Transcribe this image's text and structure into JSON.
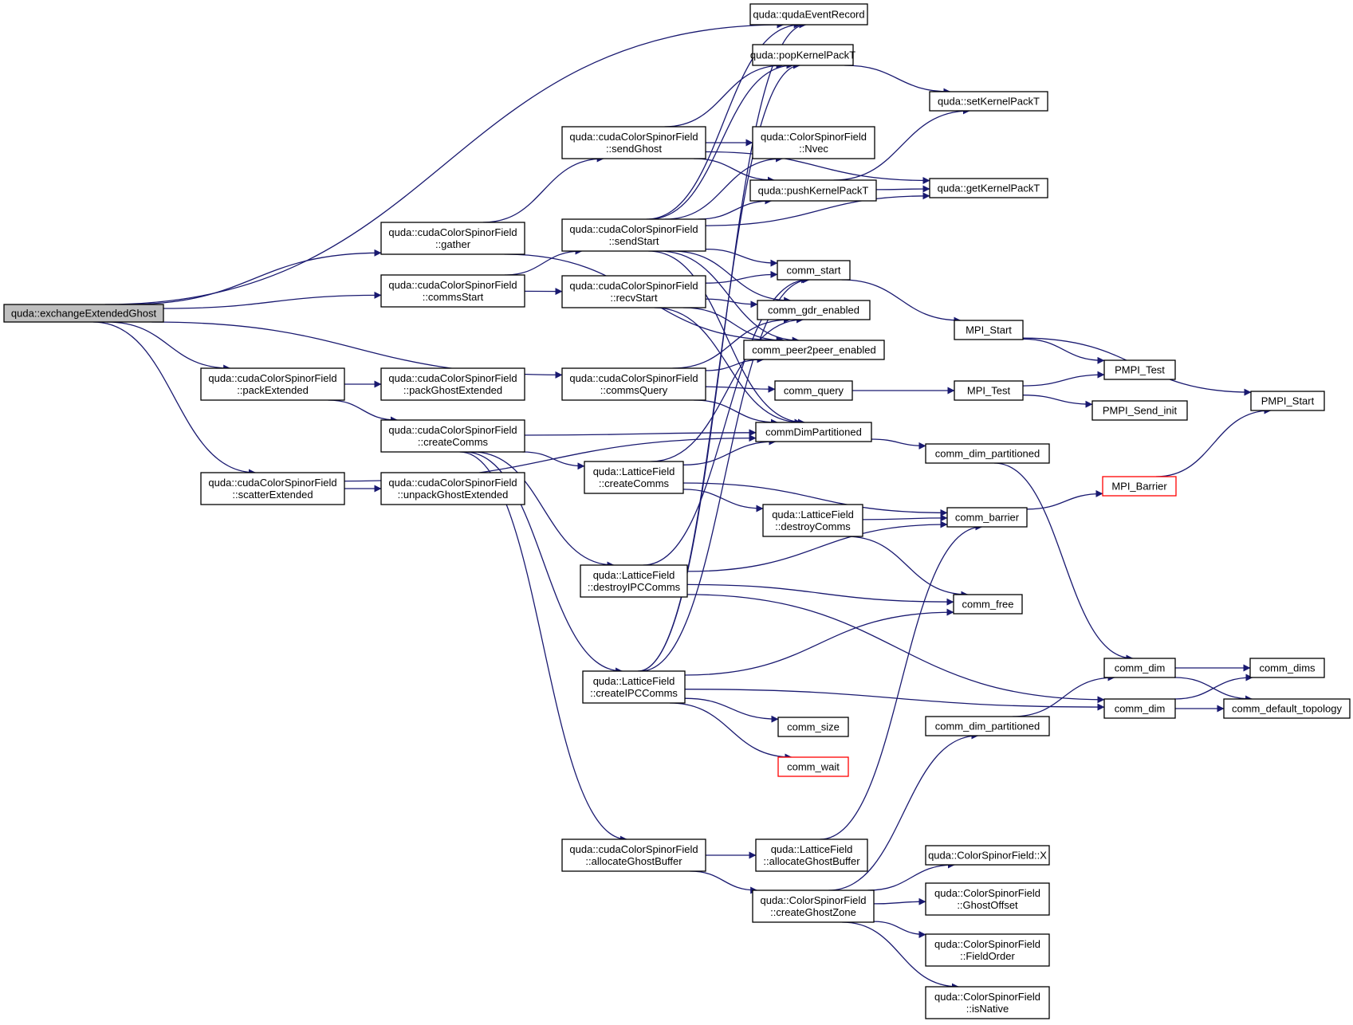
{
  "graph": {
    "root": "n0",
    "nodes": [
      {
        "id": "n0",
        "lines": [
          "quda::exchangeExtendedGhost"
        ],
        "style": "root"
      },
      {
        "id": "n1",
        "lines": [
          "quda::cudaColorSpinorField",
          "::gather"
        ]
      },
      {
        "id": "n2",
        "lines": [
          "quda::cudaColorSpinorField",
          "::commsStart"
        ]
      },
      {
        "id": "n3",
        "lines": [
          "quda::cudaColorSpinorField",
          "::packExtended"
        ]
      },
      {
        "id": "n4",
        "lines": [
          "quda::cudaColorSpinorField",
          "::scatterExtended"
        ]
      },
      {
        "id": "n5",
        "lines": [
          "quda::cudaColorSpinorField",
          "::packGhostExtended"
        ]
      },
      {
        "id": "n6",
        "lines": [
          "quda::cudaColorSpinorField",
          "::createComms"
        ]
      },
      {
        "id": "n7",
        "lines": [
          "quda::cudaColorSpinorField",
          "::unpackGhostExtended"
        ]
      },
      {
        "id": "n8",
        "lines": [
          "quda::cudaColorSpinorField",
          "::sendGhost"
        ]
      },
      {
        "id": "n9",
        "lines": [
          "quda::cudaColorSpinorField",
          "::sendStart"
        ]
      },
      {
        "id": "n10",
        "lines": [
          "quda::cudaColorSpinorField",
          "::recvStart"
        ]
      },
      {
        "id": "n11",
        "lines": [
          "quda::cudaColorSpinorField",
          "::commsQuery"
        ]
      },
      {
        "id": "n12",
        "lines": [
          "quda::LatticeField",
          "::createComms"
        ]
      },
      {
        "id": "n13",
        "lines": [
          "quda::LatticeField",
          "::destroyIPCComms"
        ]
      },
      {
        "id": "n14",
        "lines": [
          "quda::LatticeField",
          "::createIPCComms"
        ]
      },
      {
        "id": "n15",
        "lines": [
          "quda::cudaColorSpinorField",
          "::allocateGhostBuffer"
        ]
      },
      {
        "id": "n16",
        "lines": [
          "quda::qudaEventRecord"
        ]
      },
      {
        "id": "n17",
        "lines": [
          "quda::popKernelPackT"
        ]
      },
      {
        "id": "n18",
        "lines": [
          "quda::ColorSpinorField",
          "::Nvec"
        ]
      },
      {
        "id": "n19",
        "lines": [
          "quda::pushKernelPackT"
        ]
      },
      {
        "id": "n20",
        "lines": [
          "comm_start"
        ]
      },
      {
        "id": "n21",
        "lines": [
          "comm_gdr_enabled"
        ]
      },
      {
        "id": "n22",
        "lines": [
          "comm_peer2peer_enabled"
        ]
      },
      {
        "id": "n23",
        "lines": [
          "comm_query"
        ]
      },
      {
        "id": "n24",
        "lines": [
          "commDimPartitioned"
        ]
      },
      {
        "id": "n25",
        "lines": [
          "quda::LatticeField",
          "::destroyComms"
        ]
      },
      {
        "id": "n26",
        "lines": [
          "comm_size"
        ]
      },
      {
        "id": "n27",
        "lines": [
          "comm_wait"
        ],
        "style": "red"
      },
      {
        "id": "n28",
        "lines": [
          "quda::LatticeField",
          "::allocateGhostBuffer"
        ]
      },
      {
        "id": "n29",
        "lines": [
          "quda::ColorSpinorField",
          "::createGhostZone"
        ]
      },
      {
        "id": "n30",
        "lines": [
          "quda::setKernelPackT"
        ]
      },
      {
        "id": "n31",
        "lines": [
          "quda::getKernelPackT"
        ]
      },
      {
        "id": "n32",
        "lines": [
          "MPI_Start"
        ]
      },
      {
        "id": "n33",
        "lines": [
          "MPI_Test"
        ]
      },
      {
        "id": "n34",
        "lines": [
          "comm_dim_partitioned"
        ]
      },
      {
        "id": "n35",
        "lines": [
          "comm_barrier"
        ]
      },
      {
        "id": "n36",
        "lines": [
          "comm_free"
        ]
      },
      {
        "id": "n37",
        "lines": [
          "comm_dim_partitioned"
        ]
      },
      {
        "id": "n38",
        "lines": [
          "quda::ColorSpinorField::X"
        ]
      },
      {
        "id": "n39",
        "lines": [
          "quda::ColorSpinorField",
          "::GhostOffset"
        ]
      },
      {
        "id": "n40",
        "lines": [
          "quda::ColorSpinorField",
          "::FieldOrder"
        ]
      },
      {
        "id": "n41",
        "lines": [
          "quda::ColorSpinorField",
          "::isNative"
        ]
      },
      {
        "id": "n42",
        "lines": [
          "PMPI_Test"
        ]
      },
      {
        "id": "n43",
        "lines": [
          "PMPI_Send_init"
        ]
      },
      {
        "id": "n44",
        "lines": [
          "MPI_Barrier"
        ],
        "style": "red"
      },
      {
        "id": "n45",
        "lines": [
          "comm_dim"
        ]
      },
      {
        "id": "n46",
        "lines": [
          "comm_dim"
        ]
      },
      {
        "id": "n47",
        "lines": [
          "PMPI_Start"
        ]
      },
      {
        "id": "n48",
        "lines": [
          "comm_dims"
        ]
      },
      {
        "id": "n49",
        "lines": [
          "comm_default_topology"
        ]
      }
    ],
    "edges": [
      [
        "n0",
        "n16"
      ],
      [
        "n0",
        "n1"
      ],
      [
        "n0",
        "n2"
      ],
      [
        "n0",
        "n3"
      ],
      [
        "n0",
        "n4"
      ],
      [
        "n0",
        "n11"
      ],
      [
        "n1",
        "n8"
      ],
      [
        "n1",
        "n22"
      ],
      [
        "n2",
        "n9"
      ],
      [
        "n2",
        "n10"
      ],
      [
        "n3",
        "n5"
      ],
      [
        "n3",
        "n6"
      ],
      [
        "n4",
        "n7"
      ],
      [
        "n4",
        "n24"
      ],
      [
        "n6",
        "n24"
      ],
      [
        "n6",
        "n12"
      ],
      [
        "n6",
        "n13"
      ],
      [
        "n6",
        "n14"
      ],
      [
        "n6",
        "n15"
      ],
      [
        "n8",
        "n17"
      ],
      [
        "n8",
        "n18"
      ],
      [
        "n8",
        "n19"
      ],
      [
        "n8",
        "n31"
      ],
      [
        "n9",
        "n16"
      ],
      [
        "n9",
        "n17"
      ],
      [
        "n9",
        "n18"
      ],
      [
        "n9",
        "n19"
      ],
      [
        "n9",
        "n31"
      ],
      [
        "n9",
        "n20"
      ],
      [
        "n9",
        "n21"
      ],
      [
        "n9",
        "n22"
      ],
      [
        "n9",
        "n24"
      ],
      [
        "n10",
        "n20"
      ],
      [
        "n10",
        "n21"
      ],
      [
        "n10",
        "n22"
      ],
      [
        "n10",
        "n24"
      ],
      [
        "n11",
        "n21"
      ],
      [
        "n11",
        "n22"
      ],
      [
        "n11",
        "n23"
      ],
      [
        "n11",
        "n24"
      ],
      [
        "n12",
        "n21"
      ],
      [
        "n12",
        "n24"
      ],
      [
        "n12",
        "n25"
      ],
      [
        "n12",
        "n35"
      ],
      [
        "n13",
        "n20"
      ],
      [
        "n13",
        "n35"
      ],
      [
        "n13",
        "n36"
      ],
      [
        "n13",
        "n46"
      ],
      [
        "n14",
        "n16"
      ],
      [
        "n14",
        "n17"
      ],
      [
        "n14",
        "n20"
      ],
      [
        "n14",
        "n26"
      ],
      [
        "n14",
        "n27"
      ],
      [
        "n14",
        "n36"
      ],
      [
        "n14",
        "n46"
      ],
      [
        "n15",
        "n28"
      ],
      [
        "n15",
        "n29"
      ],
      [
        "n17",
        "n30"
      ],
      [
        "n19",
        "n30"
      ],
      [
        "n19",
        "n31"
      ],
      [
        "n20",
        "n32"
      ],
      [
        "n23",
        "n33"
      ],
      [
        "n24",
        "n34"
      ],
      [
        "n25",
        "n35"
      ],
      [
        "n25",
        "n36"
      ],
      [
        "n28",
        "n35"
      ],
      [
        "n29",
        "n37"
      ],
      [
        "n29",
        "n38"
      ],
      [
        "n29",
        "n39"
      ],
      [
        "n29",
        "n40"
      ],
      [
        "n29",
        "n41"
      ],
      [
        "n32",
        "n42"
      ],
      [
        "n32",
        "n47"
      ],
      [
        "n33",
        "n42"
      ],
      [
        "n33",
        "n43"
      ],
      [
        "n34",
        "n45"
      ],
      [
        "n35",
        "n44"
      ],
      [
        "n37",
        "n45"
      ],
      [
        "n44",
        "n47"
      ],
      [
        "n45",
        "n48"
      ],
      [
        "n45",
        "n49"
      ],
      [
        "n46",
        "n48"
      ],
      [
        "n46",
        "n49"
      ]
    ]
  }
}
